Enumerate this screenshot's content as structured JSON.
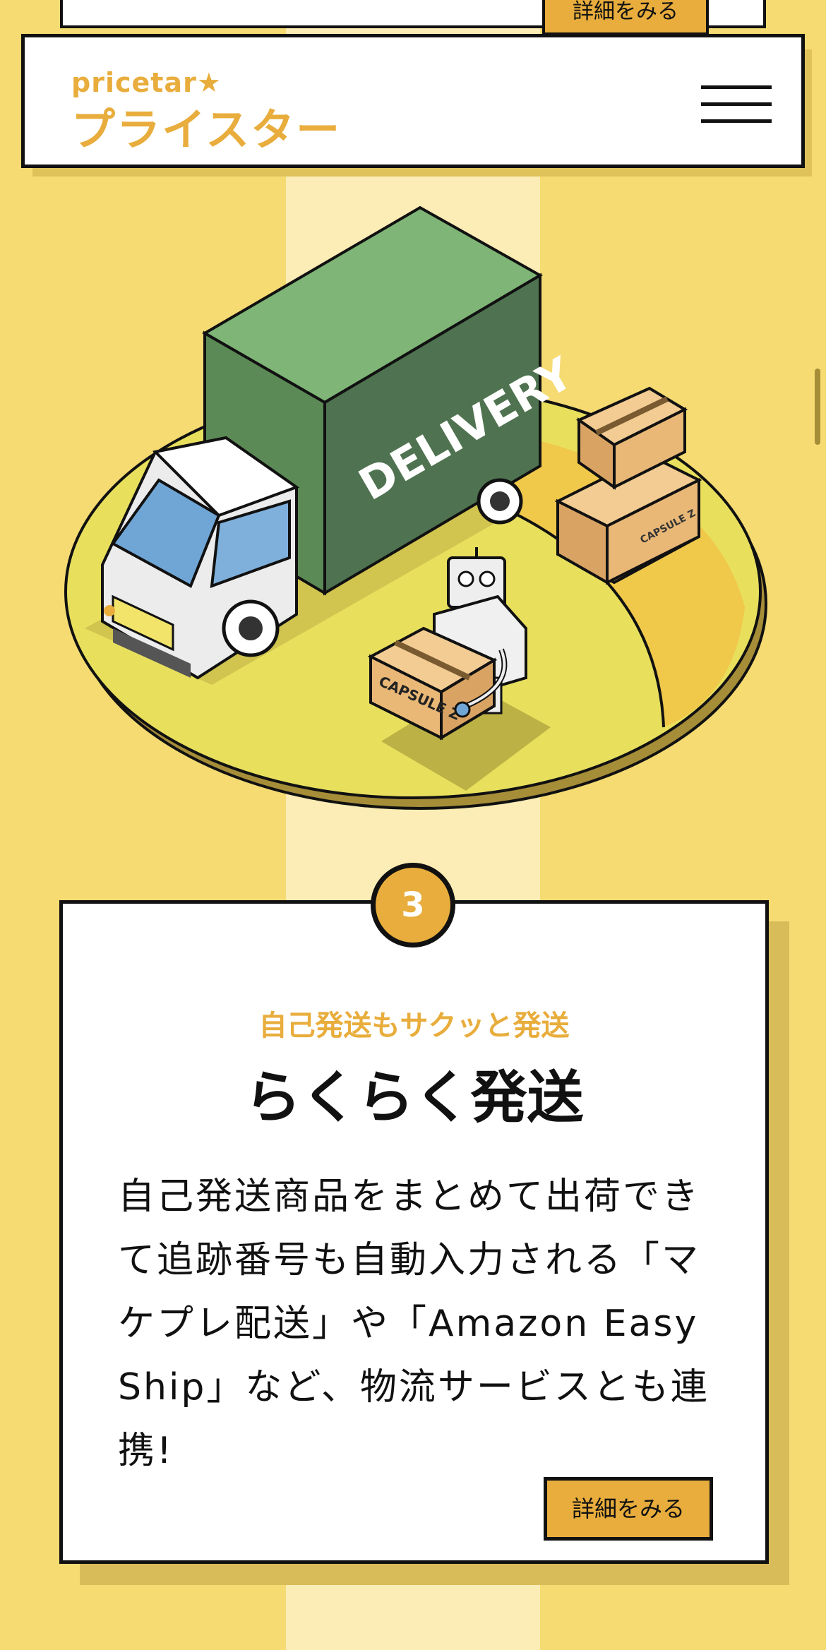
{
  "brand": {
    "logo_latin": "pricetar★",
    "logo_kana": "プライスター"
  },
  "header": {
    "menu_icon": "hamburger-menu-icon"
  },
  "top_card": {
    "detail_label": "詳細をみる"
  },
  "illustration": {
    "truck_label": "DELIVERY",
    "box_label": "CAPSULE Z"
  },
  "feature": {
    "number": "3",
    "eyebrow": "自己発送もサクッと発送",
    "title": "らくらく発送",
    "body": "自己発送商品をまとめて出荷できて追跡番号も自動入力される「マケプレ配送」や「Amazon Easy Ship」など、物流サービスとも連携!",
    "detail_label": "詳細をみる"
  },
  "colors": {
    "accent": "#e8ad3c",
    "background": "#f5db72",
    "stripe": "#fbedb5",
    "truck_green": "#4f7a4f"
  }
}
